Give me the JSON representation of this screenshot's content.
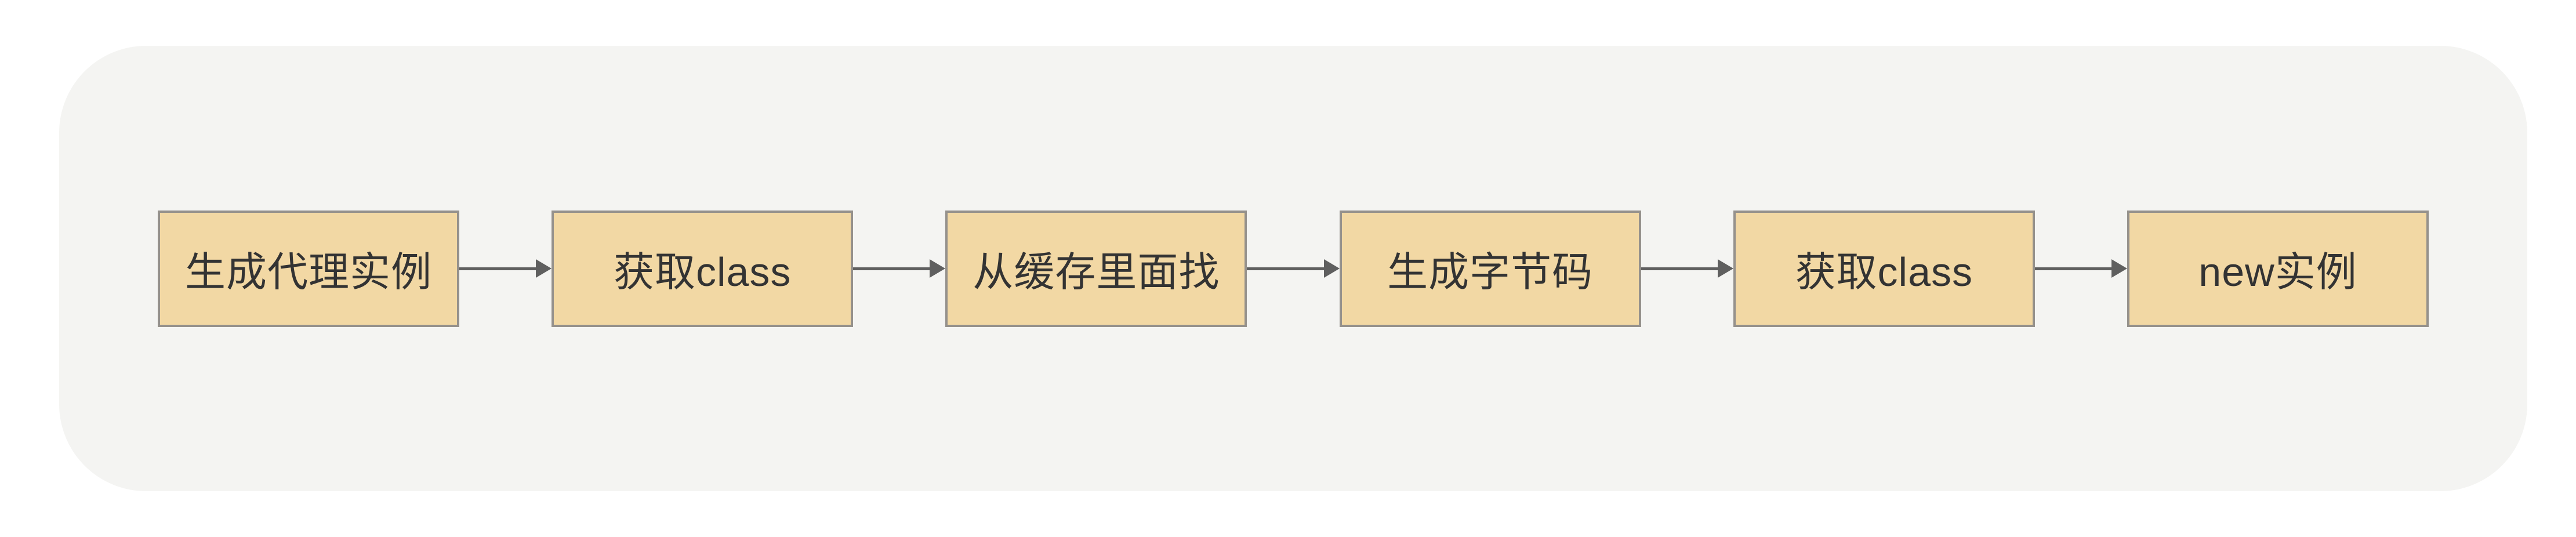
{
  "diagram": {
    "nodes": [
      {
        "label": "生成代理实例"
      },
      {
        "label": "获取class"
      },
      {
        "label": "从缓存里面找"
      },
      {
        "label": "生成字节码"
      },
      {
        "label": "获取class"
      },
      {
        "label": "new实例"
      }
    ],
    "colors": {
      "page_background": "#ffffff",
      "panel_background": "#f4f4f2",
      "node_fill": "#f2d8a4",
      "node_border": "#95918c",
      "arrow": "#5f5f5f",
      "text": "#333333"
    }
  }
}
